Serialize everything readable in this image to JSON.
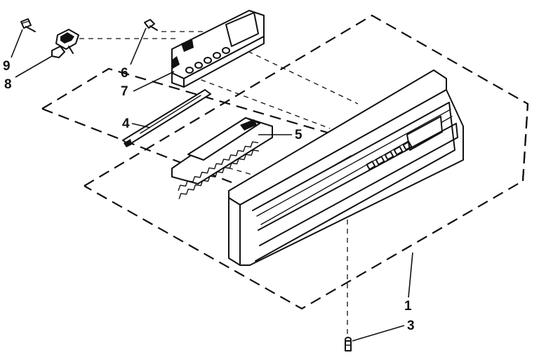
{
  "callouts": {
    "c9": "9",
    "c8": "8",
    "c6": "6",
    "c7": "7",
    "c4": "4",
    "c5": "5",
    "c1": "1",
    "c3": "3"
  },
  "colors": {
    "ink": "#111111",
    "paper": "#ffffff"
  }
}
